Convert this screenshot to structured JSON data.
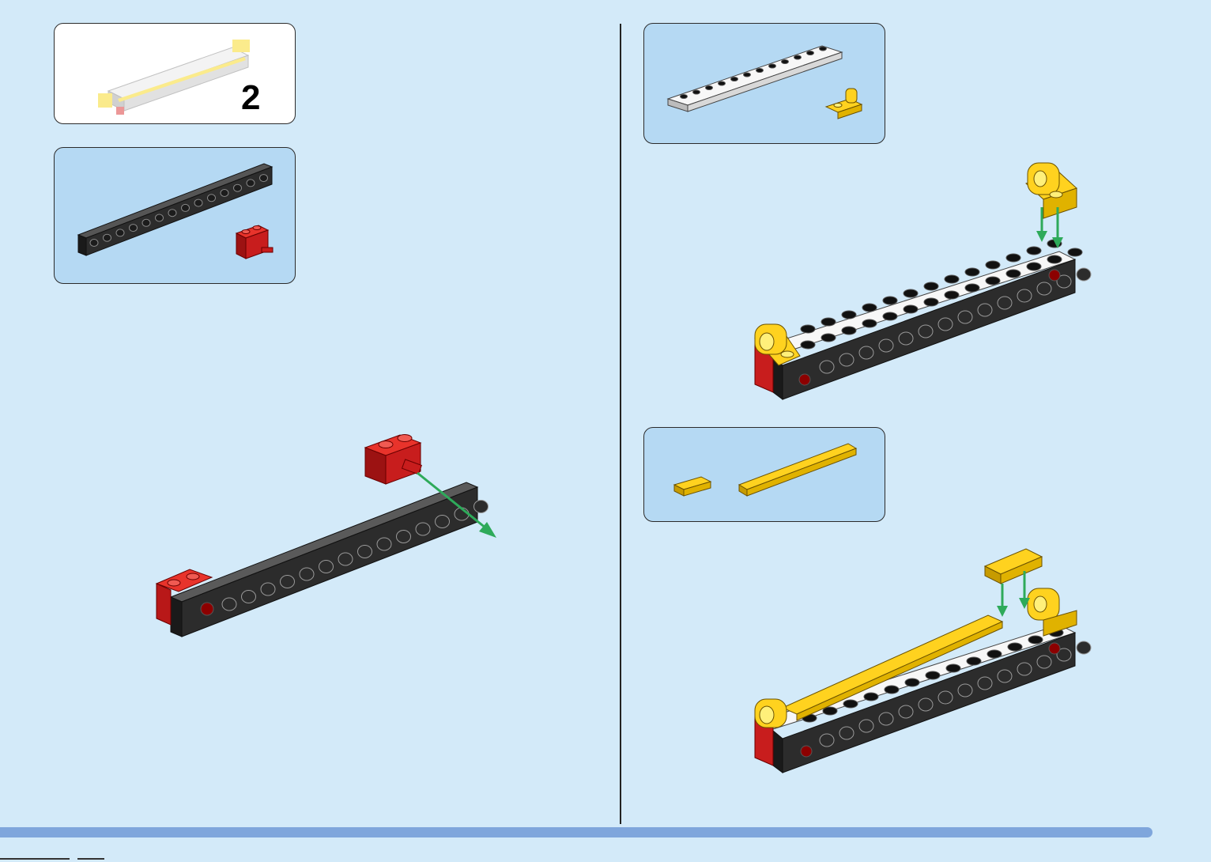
{
  "page": {
    "background_color": "#d3eaf9",
    "panel_blue_color": "#b5d9f3",
    "accent_bar_color": "#7fa6dc",
    "arrow_color": "#2eaa5a"
  },
  "left": {
    "preview": {
      "step_number": "2",
      "icon": "finished-model-preview"
    },
    "parts_panel": {
      "parts": [
        "black-technic-beam-icon",
        "red-brick-with-pin-icon"
      ]
    },
    "build_step": {
      "icon": "red-brick-attach-to-beam"
    }
  },
  "right": {
    "parts_panel_1": {
      "parts": [
        "white-plate-icon",
        "yellow-clip-plate-icon"
      ]
    },
    "build_step_1": {
      "icon": "yellow-clip-attach-to-plate"
    },
    "parts_panel_2": {
      "parts": [
        "yellow-tile-short-icon",
        "yellow-tile-long-icon"
      ]
    },
    "build_step_2": {
      "icon": "yellow-tiles-attach-to-plate"
    }
  }
}
